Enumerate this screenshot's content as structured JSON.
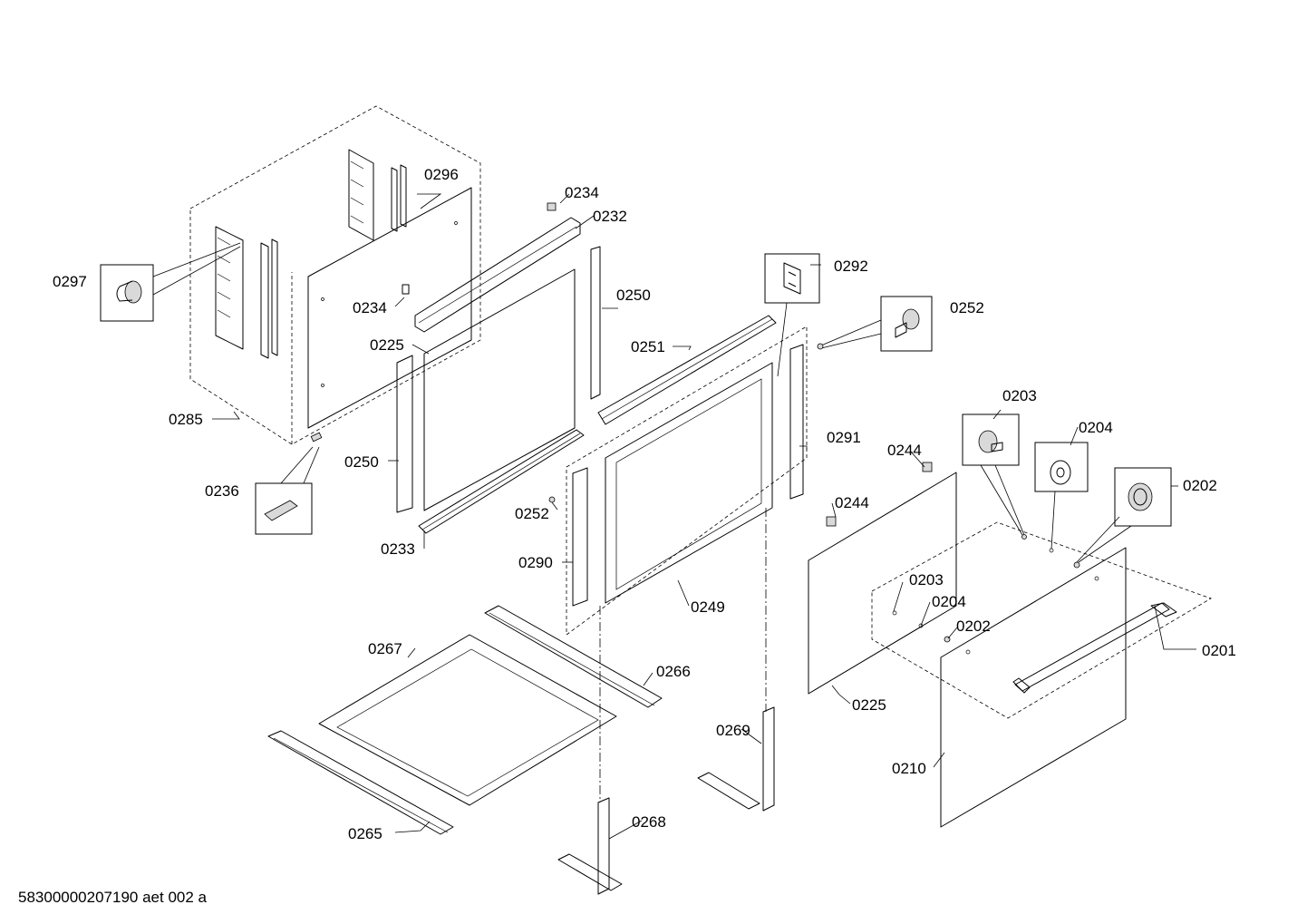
{
  "footer_code": "58300000207190 aet 002 a",
  "callouts": [
    {
      "id": "0296",
      "text": "0296"
    },
    {
      "id": "0234a",
      "text": "0234"
    },
    {
      "id": "0232",
      "text": "0232"
    },
    {
      "id": "0297",
      "text": "0297"
    },
    {
      "id": "0234b",
      "text": "0234"
    },
    {
      "id": "0250a",
      "text": "0250"
    },
    {
      "id": "0292",
      "text": "0292"
    },
    {
      "id": "0252a",
      "text": "0252"
    },
    {
      "id": "0225a",
      "text": "0225"
    },
    {
      "id": "0251",
      "text": "0251"
    },
    {
      "id": "0203a",
      "text": "0203"
    },
    {
      "id": "0285",
      "text": "0285"
    },
    {
      "id": "0204a",
      "text": "0204"
    },
    {
      "id": "0291",
      "text": "0291"
    },
    {
      "id": "0250b",
      "text": "0250"
    },
    {
      "id": "0244a",
      "text": "0244"
    },
    {
      "id": "0202a",
      "text": "0202"
    },
    {
      "id": "0236",
      "text": "0236"
    },
    {
      "id": "0252b",
      "text": "0252"
    },
    {
      "id": "0244b",
      "text": "0244"
    },
    {
      "id": "0233",
      "text": "0233"
    },
    {
      "id": "0290",
      "text": "0290"
    },
    {
      "id": "0203b",
      "text": "0203"
    },
    {
      "id": "0204b",
      "text": "0204"
    },
    {
      "id": "0249",
      "text": "0249"
    },
    {
      "id": "0202b",
      "text": "0202"
    },
    {
      "id": "0267",
      "text": "0267"
    },
    {
      "id": "0201",
      "text": "0201"
    },
    {
      "id": "0266",
      "text": "0266"
    },
    {
      "id": "0225b",
      "text": "0225"
    },
    {
      "id": "0269",
      "text": "0269"
    },
    {
      "id": "0210",
      "text": "0210"
    },
    {
      "id": "0265",
      "text": "0265"
    },
    {
      "id": "0268",
      "text": "0268"
    }
  ]
}
